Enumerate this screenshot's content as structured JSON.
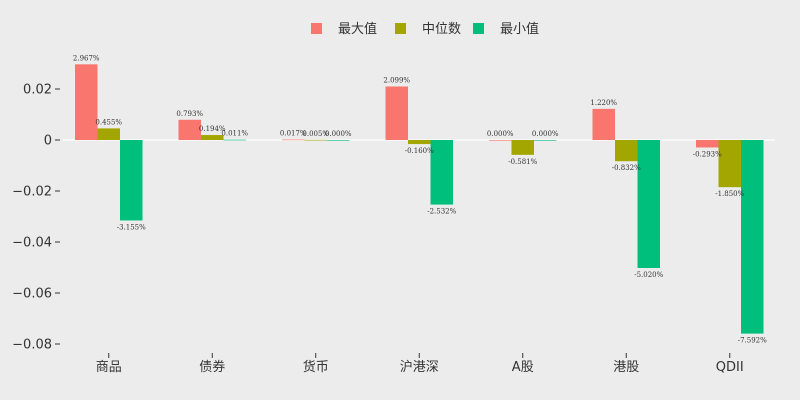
{
  "chart_data": {
    "type": "bar",
    "categories": [
      "商品",
      "债券",
      "货币",
      "沪港深",
      "A股",
      "港股",
      "QDII"
    ],
    "series": [
      {
        "name": "最大值",
        "color": "#f8766d",
        "values": [
          0.02967,
          0.00793,
          0.00017,
          0.02099,
          0.0,
          0.0122,
          -0.00293
        ],
        "labels": [
          "2.967%",
          "0.793%",
          "0.017%",
          "2.099%",
          "0.000%",
          "1.220%",
          "-0.293%"
        ]
      },
      {
        "name": "中位数",
        "color": "#a3a500",
        "values": [
          0.00455,
          0.00194,
          5e-05,
          -0.0016,
          -0.00581,
          -0.00832,
          -0.0185
        ],
        "labels": [
          "0.455%",
          "0.194%",
          "0.005%",
          "-0.160%",
          "-0.581%",
          "-0.832%",
          "-1.850%"
        ]
      },
      {
        "name": "最小值",
        "color": "#00bf7d",
        "values": [
          -0.03155,
          0.00011,
          0.0,
          -0.02532,
          0.0,
          -0.0502,
          -0.07592
        ],
        "labels": [
          "-3.155%",
          "0.011%",
          "0.000%",
          "-2.532%",
          "0.000%",
          "-5.020%",
          "-7.592%"
        ]
      }
    ],
    "yticks": [
      0.02,
      0,
      -0.02,
      -0.04,
      -0.06,
      -0.08
    ],
    "ytick_labels": [
      "0.02",
      "0",
      "−0.02",
      "−0.04",
      "−0.06",
      "−0.08"
    ],
    "ylim": [
      -0.0805,
      0.0335
    ],
    "legend": "top-center",
    "grid": false
  }
}
